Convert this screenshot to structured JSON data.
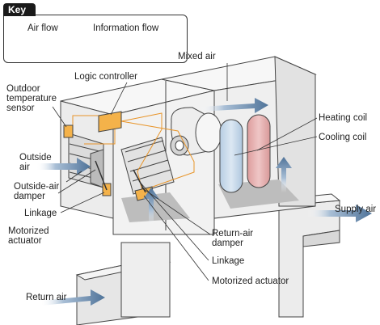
{
  "key": {
    "title": "Key",
    "air_flow": "Air flow",
    "information_flow": "Information flow"
  },
  "labels": {
    "mixed_air": "Mixed air",
    "logic_controller": "Logic controller",
    "outdoor_temperature_sensor": [
      "Outdoor",
      "temperature",
      "sensor"
    ],
    "outside_air": [
      "Outside",
      "air"
    ],
    "outside_air_damper": [
      "Outside-air",
      "damper"
    ],
    "linkage_left": "Linkage",
    "motorized_actuator_left": [
      "Motorized",
      "actuator"
    ],
    "heating_coil": "Heating coil",
    "cooling_coil": "Cooling coil",
    "supply_air": "Supply air",
    "return_air_damper": [
      "Return-air",
      "damper"
    ],
    "linkage_bottom": "Linkage",
    "motorized_actuator_bottom": "Motorized actuator",
    "return_air": "Return air"
  },
  "colors": {
    "arrow_blue": "#5a7fa6",
    "info_orange": "#e8952a",
    "controller": "#f4b24a",
    "heating_coil": "#e7b1b1",
    "cooling_coil": "#c9dcec",
    "duct_face": "#ececec",
    "duct_top": "#f7f7f7",
    "shade": "#a8a8a8"
  }
}
